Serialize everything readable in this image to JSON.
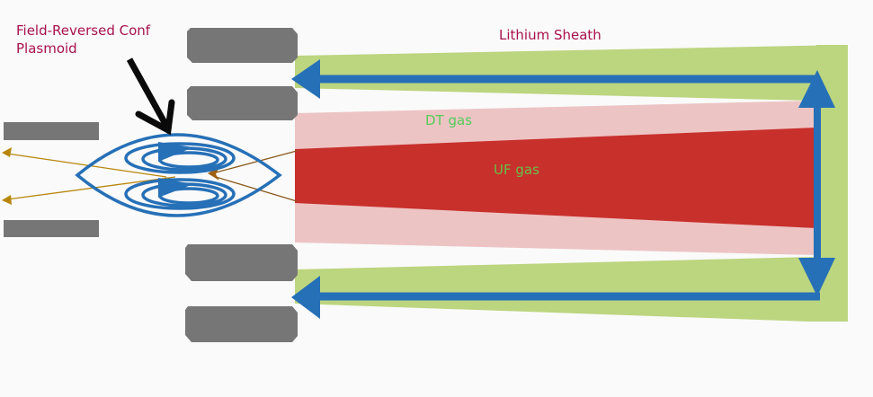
{
  "labels": {
    "plasmoid_line1": "Field-Reversed Conf",
    "plasmoid_line2": "Plasmoid",
    "sheath": "Lithium Sheath",
    "dt_gas": "DT gas",
    "uf_gas": "UF gas"
  },
  "colors": {
    "background": "#fafafa",
    "sheath_green": "#bcd57f",
    "dt_pink": "#edc4c4",
    "uf_red": "#c8302c",
    "flow_blue": "#2670b7",
    "electrode_gray": "#767676",
    "label_magenta": "#a8124e",
    "label_green": "#56cc5a",
    "ray_gold": "#b8860b",
    "pointer_black": "#0a0a0a"
  },
  "icons": {
    "pointer": "arrow-down-right-icon",
    "flow_arrow": "arrow-left-icon"
  }
}
